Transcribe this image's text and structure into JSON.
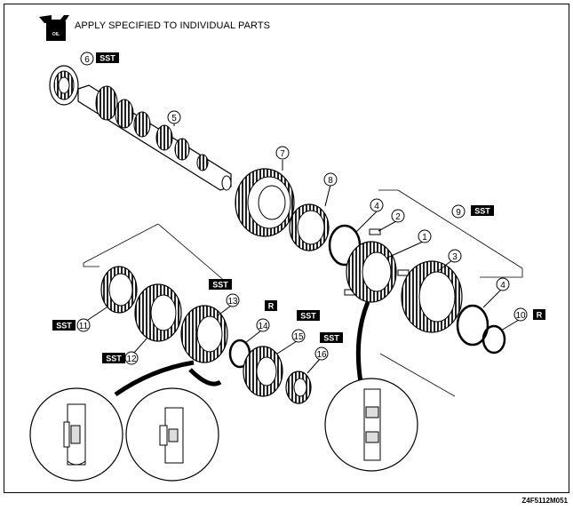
{
  "header": {
    "note": "APPLY SPECIFIED TO INDIVIDUAL PARTS",
    "oil_icon_label": "OIL"
  },
  "figure_code": "Z4F5112M051",
  "callouts": [
    {
      "id": "c6",
      "label": "6"
    },
    {
      "id": "c5",
      "label": "5"
    },
    {
      "id": "c7",
      "label": "7"
    },
    {
      "id": "c8",
      "label": "8"
    },
    {
      "id": "c4a",
      "label": "4"
    },
    {
      "id": "c2",
      "label": "2"
    },
    {
      "id": "c9",
      "label": "9"
    },
    {
      "id": "c1",
      "label": "1"
    },
    {
      "id": "c3",
      "label": "3"
    },
    {
      "id": "c4b",
      "label": "4"
    },
    {
      "id": "c10",
      "label": "10"
    },
    {
      "id": "c11",
      "label": "11"
    },
    {
      "id": "c12",
      "label": "12"
    },
    {
      "id": "c13",
      "label": "13"
    },
    {
      "id": "c14",
      "label": "14"
    },
    {
      "id": "c15",
      "label": "15"
    },
    {
      "id": "c16",
      "label": "16"
    }
  ],
  "badges": {
    "sst": "SST",
    "r": "R"
  }
}
